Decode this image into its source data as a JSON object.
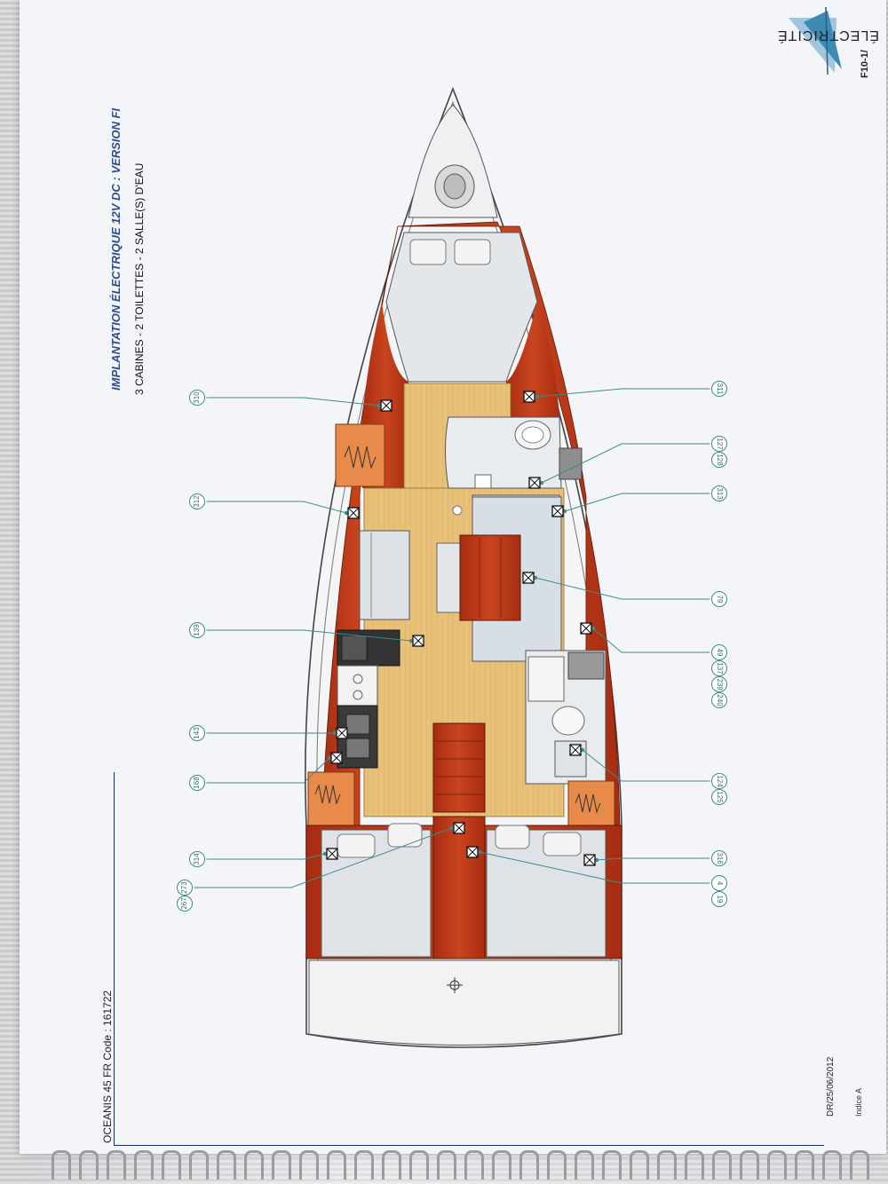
{
  "header": {
    "section_heading": "ÉLECTRICITÉ",
    "title": "IMPLANTATION ÉLECTRIQUE 12V DC : VERSION FI",
    "subtitle": "3 CABINES - 2 TOILETTES - 2 SALLE(S) D'EAU",
    "page_ref": "F10-1/"
  },
  "footer": {
    "product_code": "OCEANIS 45 FR Code : 161722",
    "date_ref": "DR/25/06/2012",
    "revision": "Indice A"
  },
  "callouts": [
    {
      "ids": [
        "310"
      ]
    },
    {
      "ids": [
        "311"
      ]
    },
    {
      "ids": [
        "127",
        "128"
      ]
    },
    {
      "ids": [
        "312"
      ]
    },
    {
      "ids": [
        "313"
      ]
    },
    {
      "ids": [
        "79"
      ]
    },
    {
      "ids": [
        "139"
      ]
    },
    {
      "ids": [
        "49",
        "137",
        "239",
        "240"
      ]
    },
    {
      "ids": [
        "143"
      ]
    },
    {
      "ids": [
        "168"
      ]
    },
    {
      "ids": [
        "124",
        "125"
      ]
    },
    {
      "ids": [
        "314"
      ]
    },
    {
      "ids": [
        "273",
        "267"
      ]
    },
    {
      "ids": [
        "316"
      ]
    },
    {
      "ids": [
        "4",
        "19"
      ]
    }
  ],
  "colors": {
    "hull_wood": "#b8361a",
    "floor": "#e3b96a",
    "upholstery": "#dfe2e6",
    "leader": "#3e8b8b",
    "title": "#2f4d8c"
  }
}
